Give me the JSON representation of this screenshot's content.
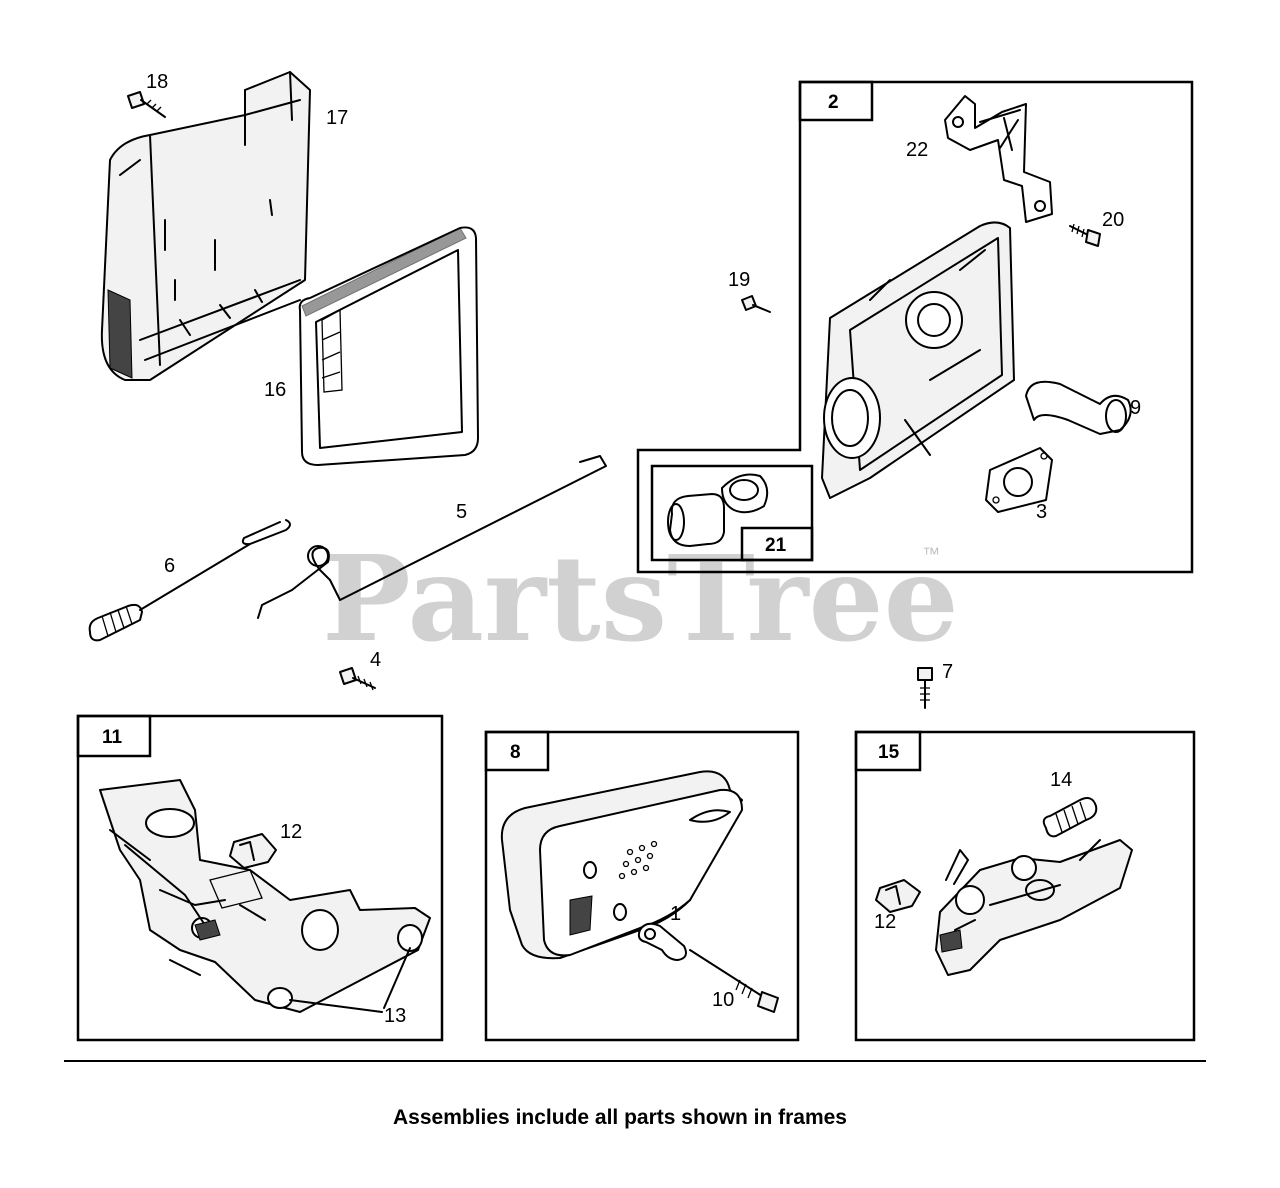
{
  "watermark": {
    "brand": "PartsTree",
    "trademark": "™"
  },
  "footer": {
    "caption": "Assemblies include all parts shown in frames"
  },
  "frames": {
    "f2": "2",
    "f21": "21",
    "f11": "11",
    "f8": "8",
    "f15": "15"
  },
  "callouts": {
    "c18": "18",
    "c17": "17",
    "c16": "16",
    "c19": "19",
    "c22": "22",
    "c20": "20",
    "c9": "9",
    "c3": "3",
    "c5": "5",
    "c6": "6",
    "c4": "4",
    "c7": "7",
    "c12a": "12",
    "c13": "13",
    "c1": "1",
    "c10": "10",
    "c14": "14",
    "c12b": "12"
  }
}
